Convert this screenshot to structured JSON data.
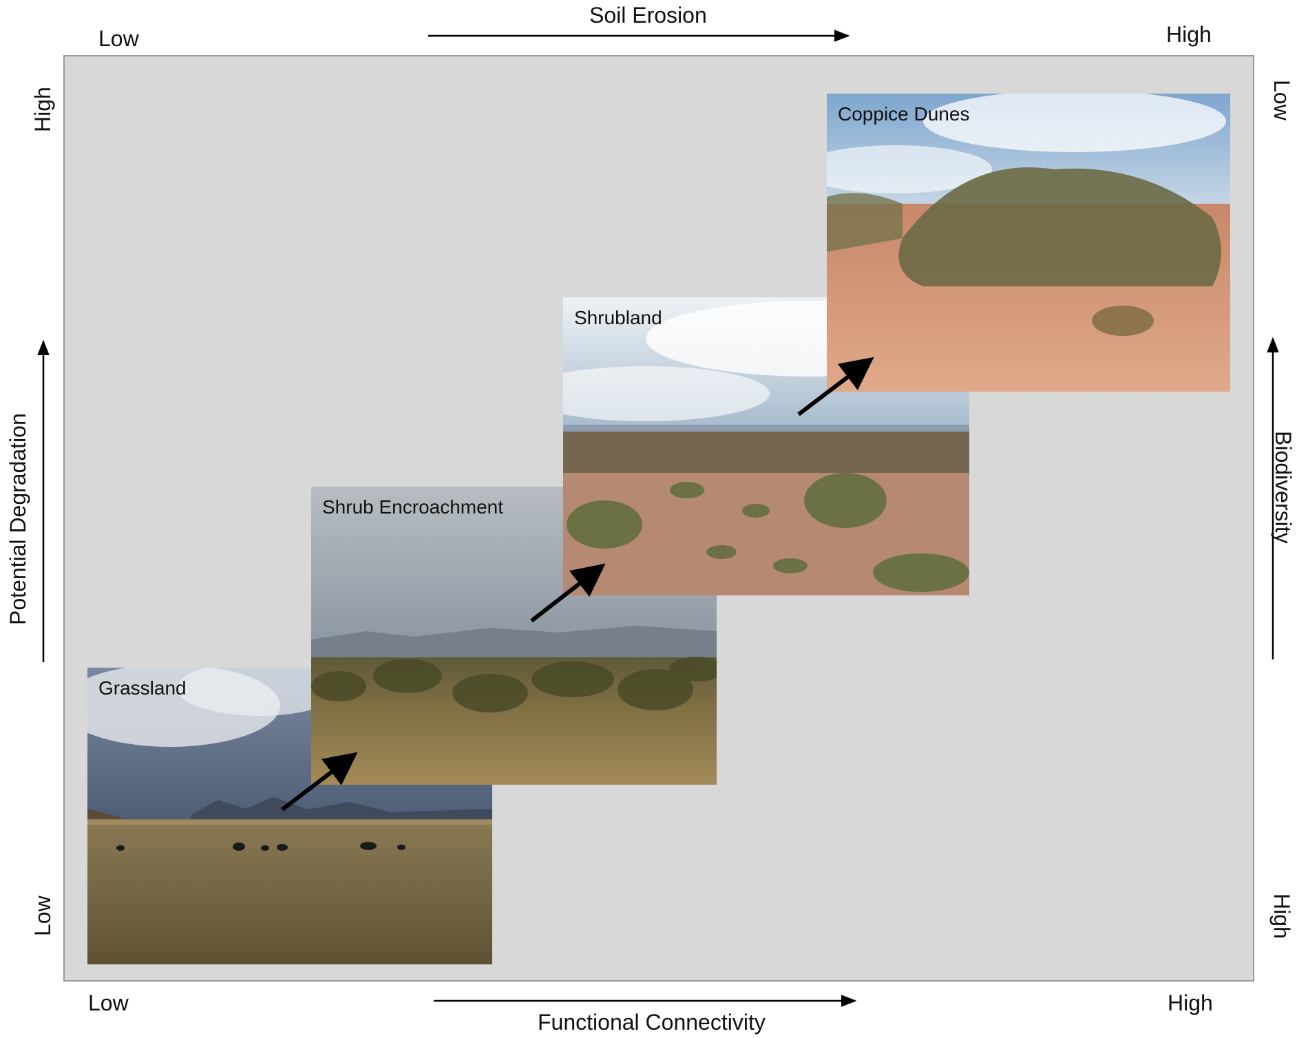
{
  "top_axis": {
    "title": "Soil Erosion",
    "low": "Low",
    "high": "High"
  },
  "bottom_axis": {
    "title": "Functional Connectivity",
    "low": "Low",
    "high": "High"
  },
  "left_axis": {
    "title": "Potential Degradation",
    "high": "High",
    "low": "Low"
  },
  "right_axis": {
    "title": "Biodiversity",
    "low": "Low",
    "high": "High"
  },
  "stages": [
    {
      "label": "Grassland"
    },
    {
      "label": "Shrub Encroachment"
    },
    {
      "label": "Shrubland"
    },
    {
      "label": "Coppice Dunes"
    }
  ],
  "colors": {
    "panel": "#d8d8d8",
    "panel_border": "#9a9a9a",
    "arrow": "#000000"
  }
}
